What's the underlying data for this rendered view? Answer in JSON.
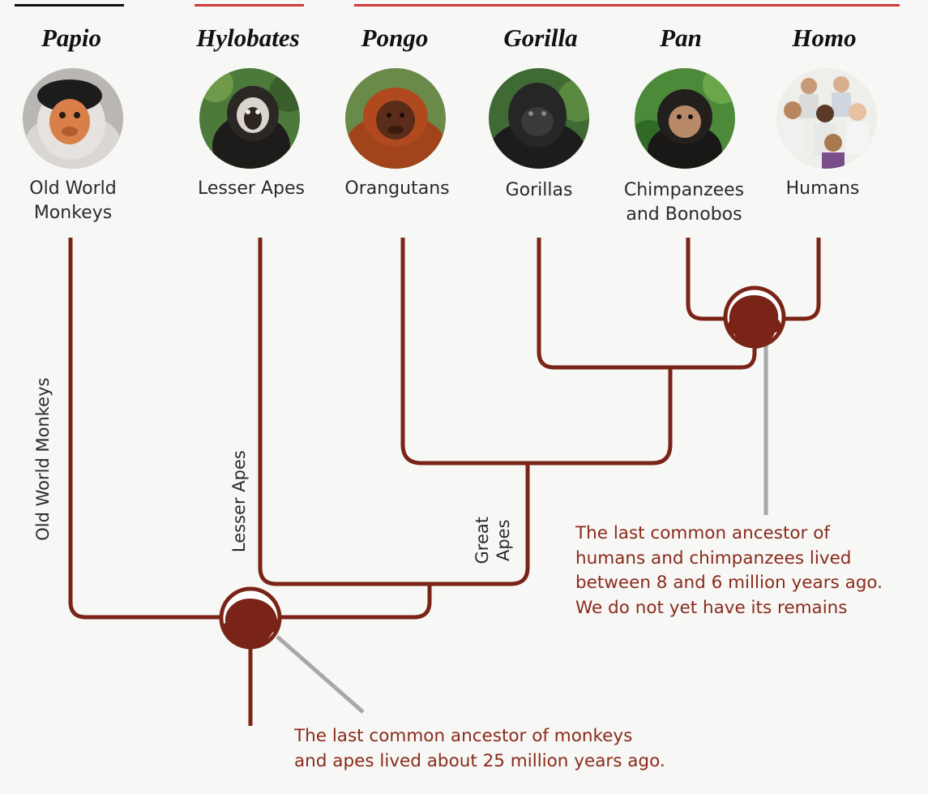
{
  "taxa": [
    {
      "genus": "Papio",
      "common": [
        "Old World",
        "Monkeys"
      ],
      "icon": "monkey-photo"
    },
    {
      "genus": "Hylobates",
      "common": [
        "Lesser Apes"
      ],
      "icon": "gibbon-photo"
    },
    {
      "genus": "Pongo",
      "common": [
        "Orangutans"
      ],
      "icon": "orangutan-photo"
    },
    {
      "genus": "Gorilla",
      "common": [
        "Gorillas"
      ],
      "icon": "gorilla-photo"
    },
    {
      "genus": "Pan",
      "common": [
        "Chimpanzees",
        "and Bonobos"
      ],
      "icon": "chimpanzee-photo"
    },
    {
      "genus": "Homo",
      "common": [
        "Humans"
      ],
      "icon": "humans-photo"
    }
  ],
  "branch_labels": {
    "old_world": "Old World Monkeys",
    "lesser_apes": "Lesser Apes",
    "great_apes": [
      "Great",
      "Apes"
    ]
  },
  "annotations": {
    "human_chimp": [
      "The last common ancestor of",
      "humans and chimpanzees lived",
      "between 8 and 6 million years ago.",
      "We do not yet have its remains"
    ],
    "monkeys_apes": [
      "The last common ancestor of monkeys",
      "and apes lived about 25 million years ago."
    ]
  },
  "colors": {
    "branch": "#7a2418",
    "annotation_text": "#8a2a1c",
    "pointer": "#a8a8a8",
    "top_rule_red": "#d23a3a"
  }
}
